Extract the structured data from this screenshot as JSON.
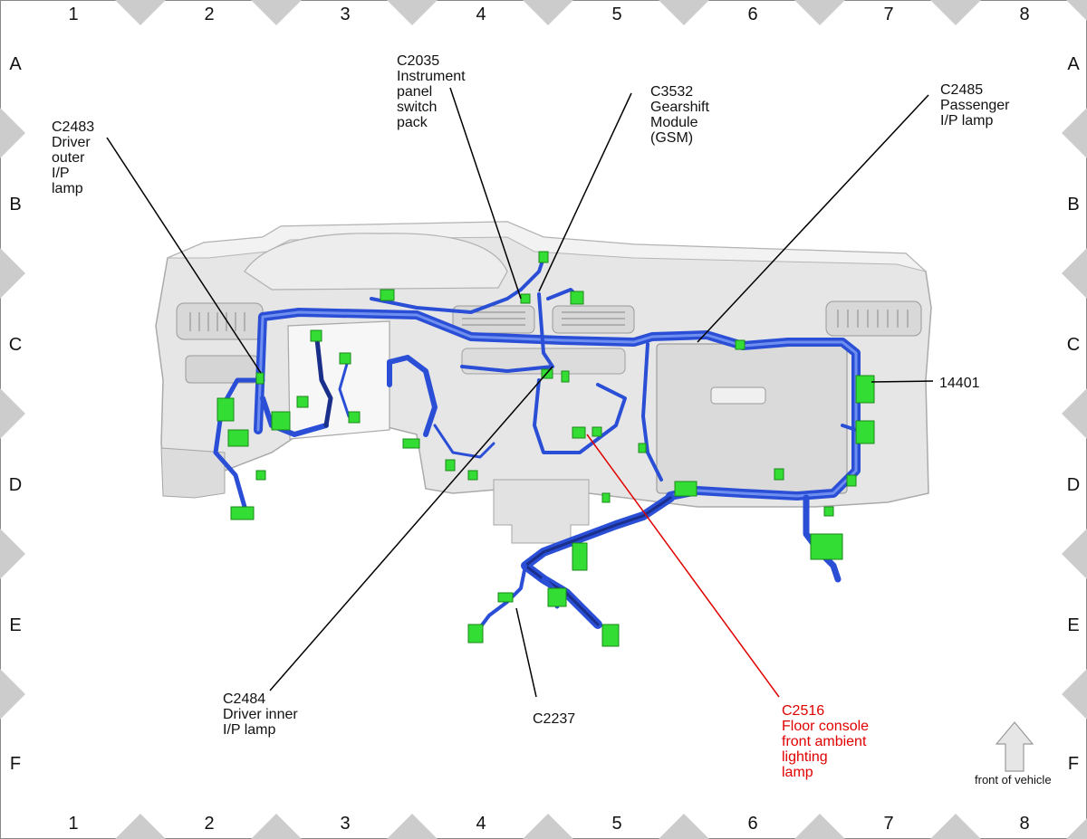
{
  "grid": {
    "columns": [
      "1",
      "2",
      "3",
      "4",
      "5",
      "6",
      "7",
      "8"
    ],
    "rows": [
      "A",
      "B",
      "C",
      "D",
      "E",
      "F"
    ]
  },
  "callouts": {
    "c2483": [
      "C2483",
      "Driver",
      "outer",
      "I/P",
      "lamp"
    ],
    "c2035": [
      "C2035",
      "Instrument",
      "panel",
      "switch",
      "pack"
    ],
    "c3532": [
      "C3532",
      "Gearshift",
      "Module",
      "(GSM)"
    ],
    "c2485": [
      "C2485",
      "Passenger",
      "I/P lamp"
    ],
    "n14401": [
      "14401"
    ],
    "c2484": [
      "C2484",
      "Driver inner",
      "I/P lamp"
    ],
    "c2237": [
      "C2237"
    ],
    "c2516": [
      "C2516",
      "Floor console",
      "front ambient",
      "lighting",
      "lamp"
    ]
  },
  "front_label": "front of vehicle",
  "colors": {
    "harness": "#2a4fd6",
    "harness_dark": "#1a2f8a",
    "connector": "#33dd33",
    "panel": "#e4e4e4",
    "highlight_line": "#e00000",
    "marker": "#cccccc"
  }
}
